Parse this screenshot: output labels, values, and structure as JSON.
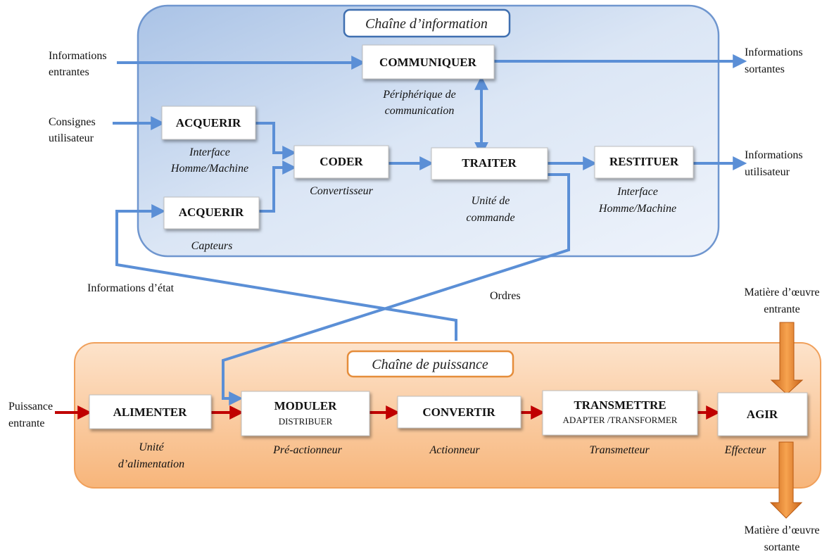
{
  "info_chain": {
    "title": "Chaîne d’information",
    "boxes": {
      "communiquer": "COMMUNIQUER",
      "acquerir_1": "ACQUERIR",
      "acquerir_2": "ACQUERIR",
      "coder": "CODER",
      "traiter": "TRAITER",
      "restituer": "RESTITUER"
    },
    "captions": {
      "communiquer": [
        "Périphérique de",
        "communication"
      ],
      "acquerir_1": [
        "Interface",
        "Homme/Machine"
      ],
      "acquerir_2": [
        "Capteurs"
      ],
      "coder": [
        "Convertisseur"
      ],
      "traiter": [
        "Unité de",
        "commande"
      ],
      "restituer": [
        "Interface",
        "Homme/Machine"
      ]
    }
  },
  "power_chain": {
    "title": "Chaîne de puissance",
    "boxes": {
      "alimenter": "ALIMENTER",
      "moduler": "MODULER",
      "moduler_sub": "DISTRIBUER",
      "convertir": "CONVERTIR",
      "transmettre": "TRANSMETTRE",
      "transmettre_sub": "ADAPTER /TRANSFORMER",
      "agir": "AGIR"
    },
    "captions": {
      "alimenter": [
        "Unité",
        "d’alimentation"
      ],
      "moduler": [
        "Pré-actionneur"
      ],
      "convertir": [
        "Actionneur"
      ],
      "transmettre": [
        "Transmetteur"
      ],
      "agir": [
        "Effecteur"
      ]
    }
  },
  "external": {
    "info_in": [
      "Informations",
      "entrantes"
    ],
    "info_out": [
      "Informations",
      "sortantes"
    ],
    "consignes": [
      "Consignes",
      "utilisateur"
    ],
    "info_user": [
      "Informations",
      "utilisateur"
    ],
    "info_etat": "Informations d’état",
    "ordres": "Ordres",
    "power_in": [
      "Puissance",
      "entrante"
    ],
    "matter_in": [
      "Matière d’œuvre",
      "entrante"
    ],
    "matter_out": [
      "Matière d’œuvre",
      "sortante"
    ]
  },
  "colors": {
    "info_arrow": "#5b8fd6",
    "power_arrow": "#c00000",
    "matter_arrow": "#e8892b",
    "info_panel": "#b9cde9",
    "power_panel": "#f9c79a"
  }
}
